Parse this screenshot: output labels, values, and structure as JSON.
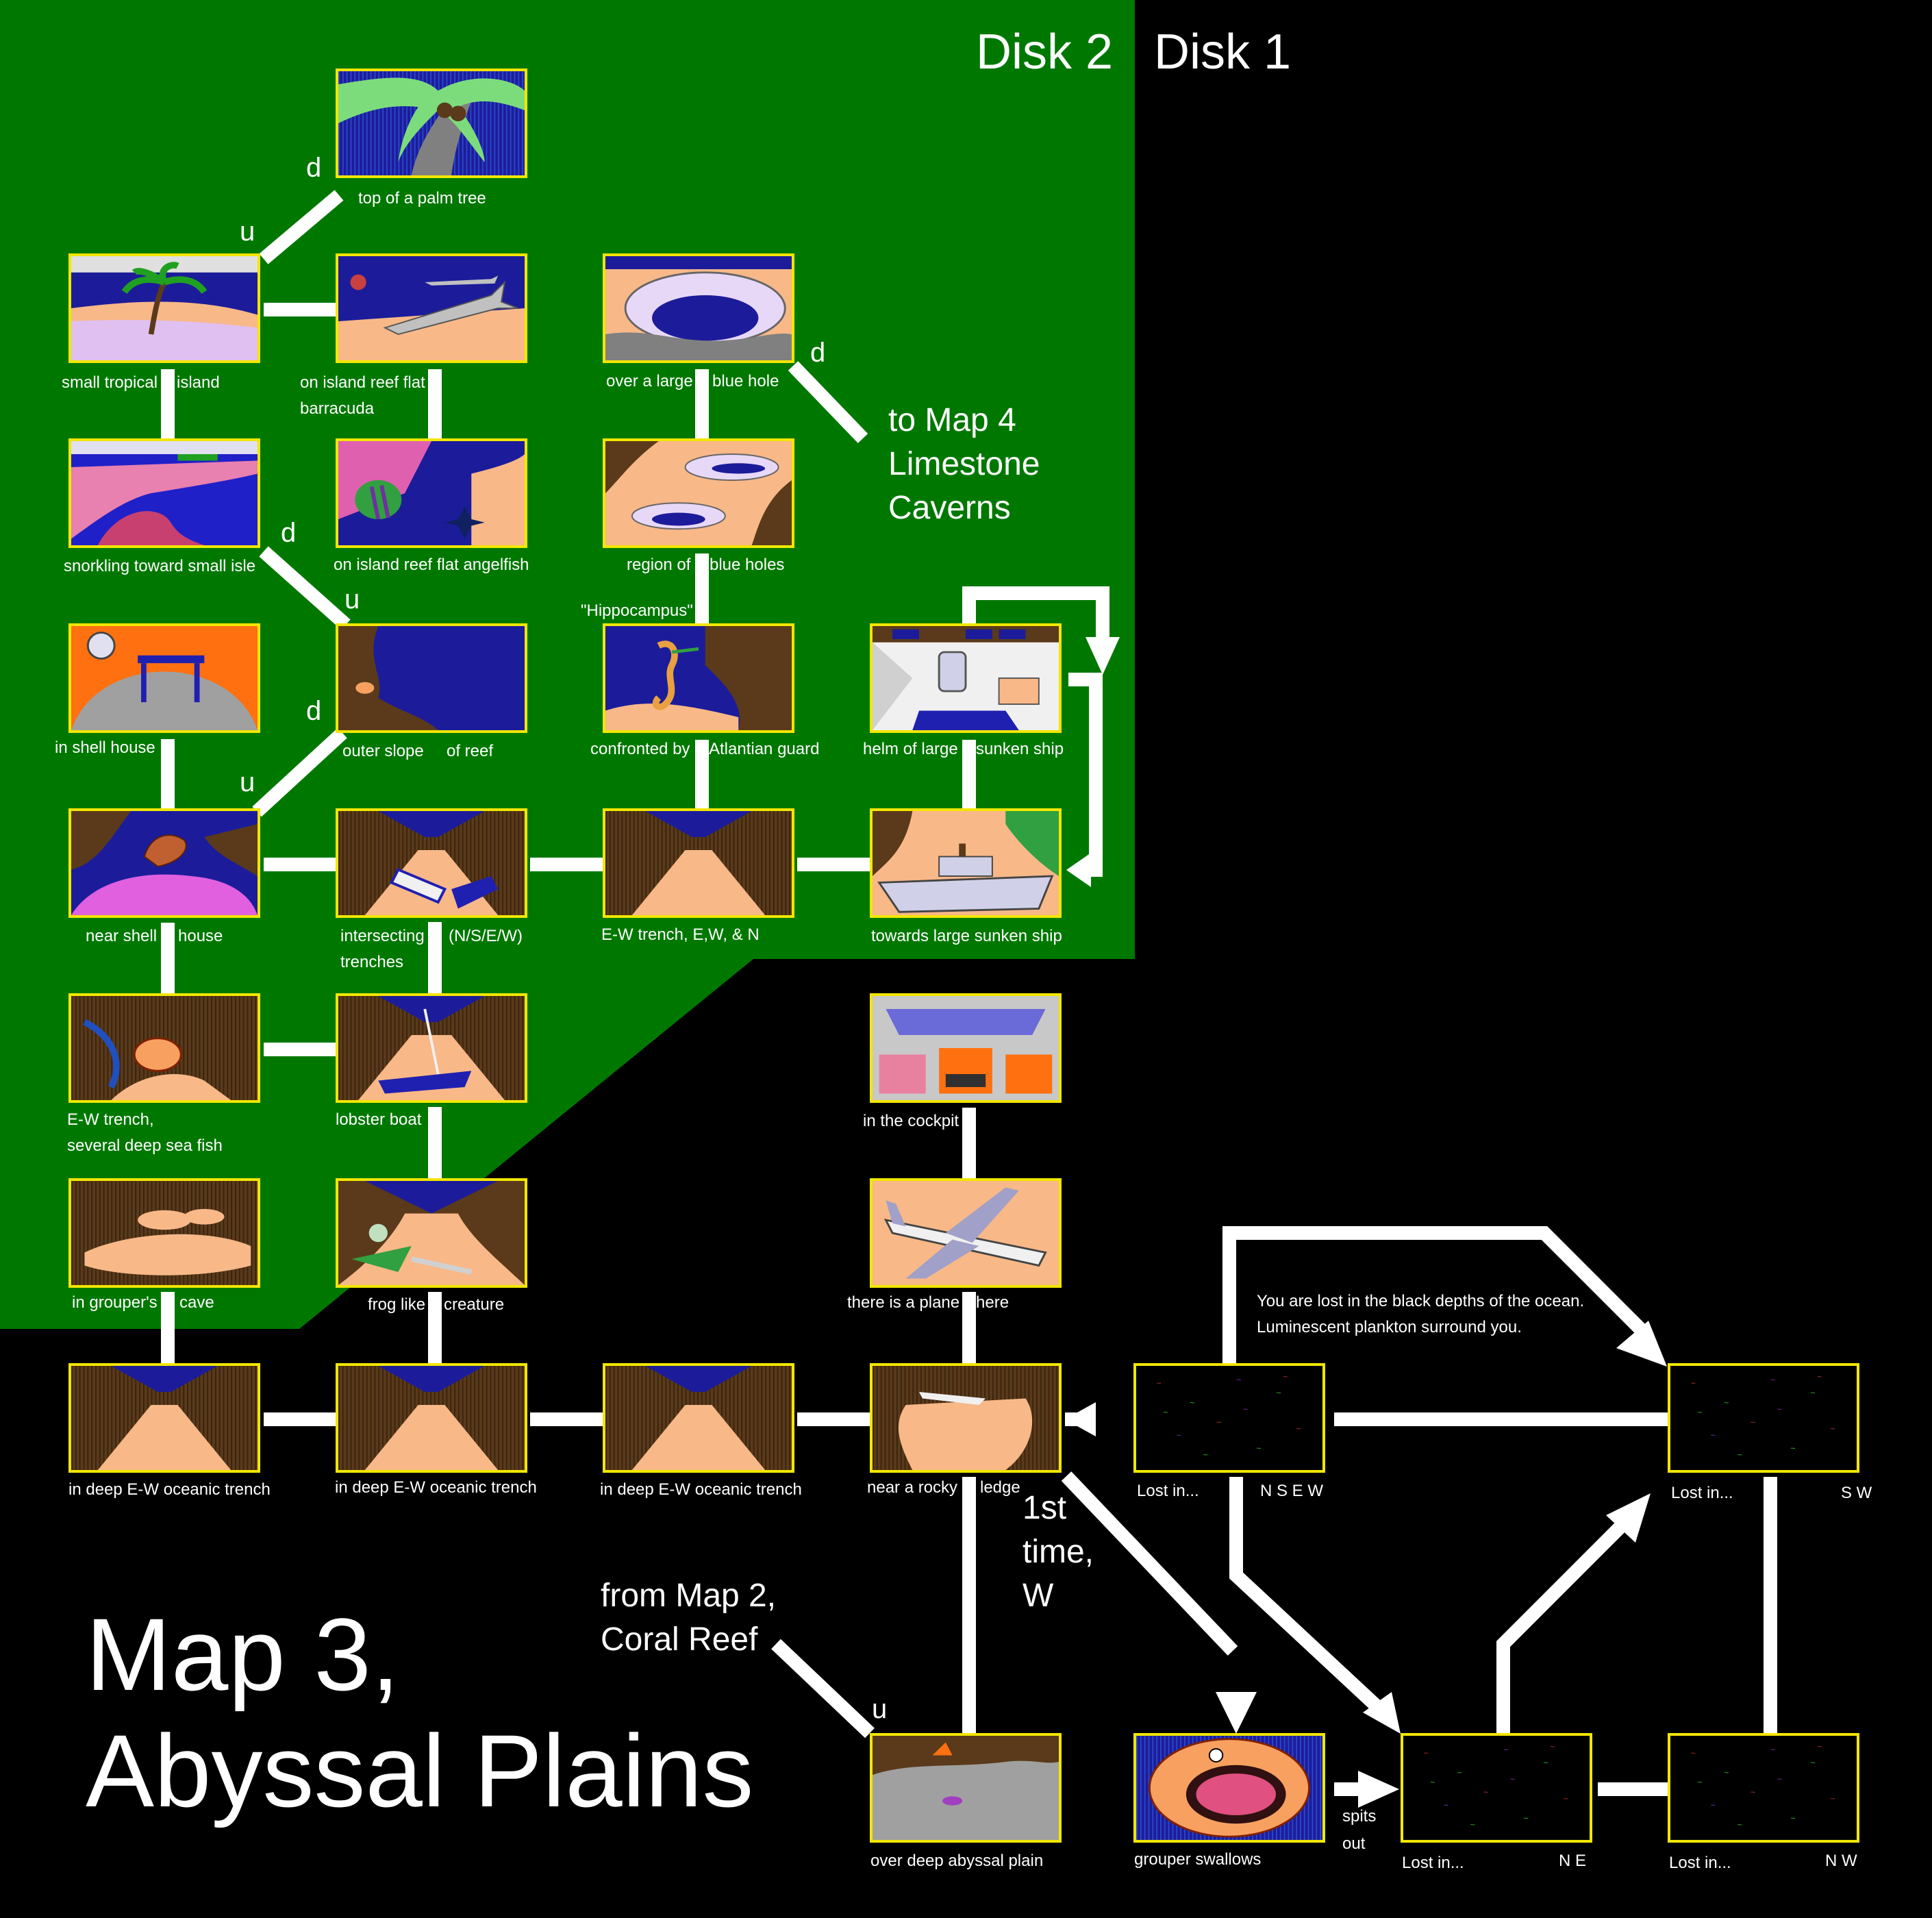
{
  "map": {
    "title_line1": "Map 3,",
    "title_line2": "Abyssal Plains",
    "disk_left": "Disk 2",
    "disk_right": "Disk 1",
    "colors": {
      "disk2_region": "#007800",
      "background": "#000000",
      "room_border": "#f2e600",
      "connector": "#ffffff"
    }
  },
  "rooms": {
    "palm_top": {
      "label": "top of a palm tree",
      "icon": "palm-tree-scene"
    },
    "tropical_island": {
      "label_a": "small tropical",
      "label_b": "island",
      "icon": "island-scene"
    },
    "reef_flat_barracuda": {
      "label_a": "on island reef flat",
      "label_b": "barracuda",
      "icon": "barracuda-scene"
    },
    "blue_hole_large": {
      "label_a": "over a large",
      "label_b": "blue hole",
      "icon": "blue-hole-scene"
    },
    "snorkling": {
      "label": "snorkling toward small isle",
      "icon": "snorkel-scene"
    },
    "reef_flat_angelfish": {
      "label": "on island reef flat angelfish",
      "icon": "angelfish-scene"
    },
    "blue_holes_region": {
      "label_a": "region of",
      "label_b": "blue holes",
      "icon": "blue-holes-scene"
    },
    "shell_house_in": {
      "label": "in shell house",
      "icon": "table-scene"
    },
    "outer_slope": {
      "label_a": "outer slope",
      "label_b": "of reef",
      "icon": "slope-scene"
    },
    "atlantian_guard": {
      "label_a": "confronted by",
      "label_b": "Atlantian guard",
      "icon": "seahorse-scene",
      "note": "\"Hippocampus\""
    },
    "helm": {
      "label_a": "helm of large",
      "label_b": "sunken ship",
      "icon": "ship-helm-scene"
    },
    "near_shell_house": {
      "label_a": "near shell",
      "label_b": "house",
      "icon": "shell-scene"
    },
    "intersecting": {
      "label_a": "intersecting",
      "label_b": "(N/S/E/W)",
      "label_c": "trenches",
      "icon": "trench-boat-scene"
    },
    "ew_trench_ewn": {
      "label": "E-W trench, E,W, & N",
      "icon": "trench-scene"
    },
    "towards_ship": {
      "label": "towards large sunken ship",
      "icon": "sunken-ship-scene"
    },
    "deep_sea_fish": {
      "label_a": "E-W trench,",
      "label_b": "several deep sea fish",
      "icon": "fish-scene"
    },
    "lobster_boat": {
      "label": "lobster boat",
      "icon": "lobster-boat-scene"
    },
    "cockpit": {
      "label": "in the cockpit",
      "icon": "cockpit-scene"
    },
    "grouper_cave": {
      "label_a": "in grouper's",
      "label_b": "cave",
      "icon": "cave-scene"
    },
    "frog_creature": {
      "label_a": "frog like",
      "label_b": "creature",
      "icon": "frog-scene"
    },
    "plane_here": {
      "label_a": "there is a plane",
      "label_b": "here",
      "icon": "plane-scene"
    },
    "deep_trench_1": {
      "label": "in deep E-W oceanic trench",
      "icon": "trench-scene"
    },
    "deep_trench_2": {
      "label": "in deep E-W oceanic trench",
      "icon": "trench-scene"
    },
    "deep_trench_3": {
      "label": "in deep E-W oceanic trench",
      "icon": "trench-scene"
    },
    "rocky_ledge": {
      "label_a": "near a rocky",
      "label_b": "ledge",
      "icon": "ledge-scene"
    },
    "lost_nsew": {
      "label_a": "Lost in...",
      "label_b": "N S E W",
      "icon": "plankton-scene"
    },
    "lost_sw": {
      "label_a": "Lost in...",
      "label_b": "S W",
      "icon": "plankton-scene"
    },
    "abyssal_plain": {
      "label": "over deep abyssal plain",
      "icon": "abyssal-scene"
    },
    "grouper_swallows": {
      "label": "grouper swallows",
      "icon": "grouper-scene"
    },
    "lost_ne": {
      "label_a": "Lost in...",
      "label_b": "N E",
      "icon": "plankton-scene"
    },
    "lost_nw": {
      "label_a": "Lost in...",
      "label_b": "N W",
      "icon": "plankton-scene"
    }
  },
  "notes": {
    "to_map4_1": "to Map 4",
    "to_map4_2": "Limestone",
    "to_map4_3": "Caverns",
    "from_map2_1": "from Map 2,",
    "from_map2_2": "Coral Reef",
    "lost_msg_1": "You are lost in the black depths of the ocean.",
    "lost_msg_2": "Luminescent plankton surround you.",
    "first_time_1": "1st",
    "first_time_2": "time,",
    "first_time_3": "W",
    "spits_1": "spits",
    "spits_2": "out"
  },
  "directions": {
    "up": "u",
    "down": "d"
  }
}
